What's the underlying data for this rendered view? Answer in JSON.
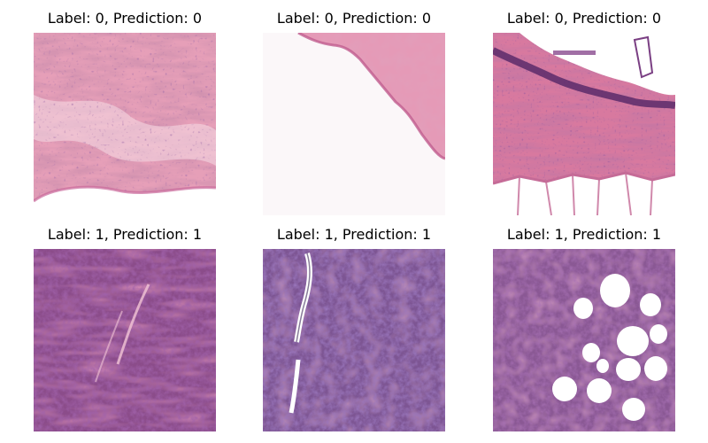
{
  "panels": [
    {
      "title": "Label: 0, Prediction: 0",
      "label": 0,
      "prediction": 0
    },
    {
      "title": "Label: 0, Prediction: 0",
      "label": 0,
      "prediction": 0
    },
    {
      "title": "Label: 0, Prediction: 0",
      "label": 0,
      "prediction": 0
    },
    {
      "title": "Label: 1, Prediction: 1",
      "label": 1,
      "prediction": 1
    },
    {
      "title": "Label: 1, Prediction: 1",
      "label": 1,
      "prediction": 1
    },
    {
      "title": "Label: 1, Prediction: 1",
      "label": 1,
      "prediction": 1
    }
  ],
  "colors": {
    "background": "#ffffff",
    "title_text": "#000000"
  }
}
